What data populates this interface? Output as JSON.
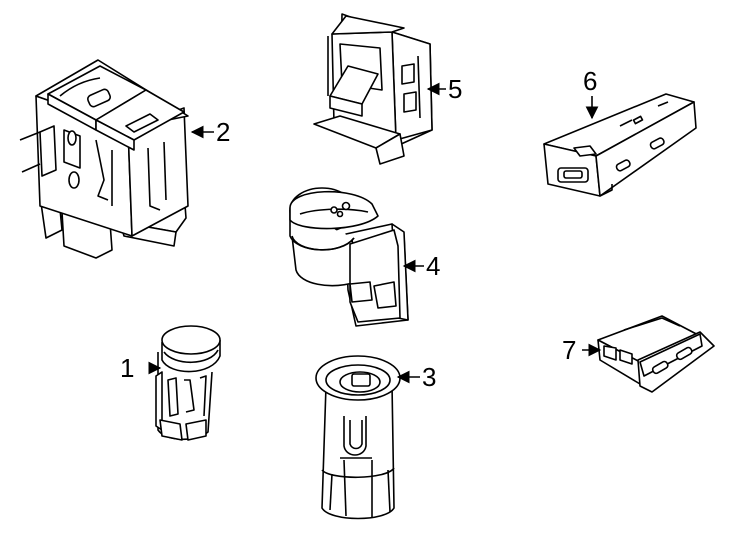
{
  "diagram": {
    "line_color": "#000000",
    "fill_color": "#ffffff",
    "callouts": [
      {
        "id": "1",
        "label": "1"
      },
      {
        "id": "2",
        "label": "2"
      },
      {
        "id": "3",
        "label": "3"
      },
      {
        "id": "4",
        "label": "4"
      },
      {
        "id": "5",
        "label": "5"
      },
      {
        "id": "6",
        "label": "6"
      },
      {
        "id": "7",
        "label": "7"
      }
    ]
  }
}
